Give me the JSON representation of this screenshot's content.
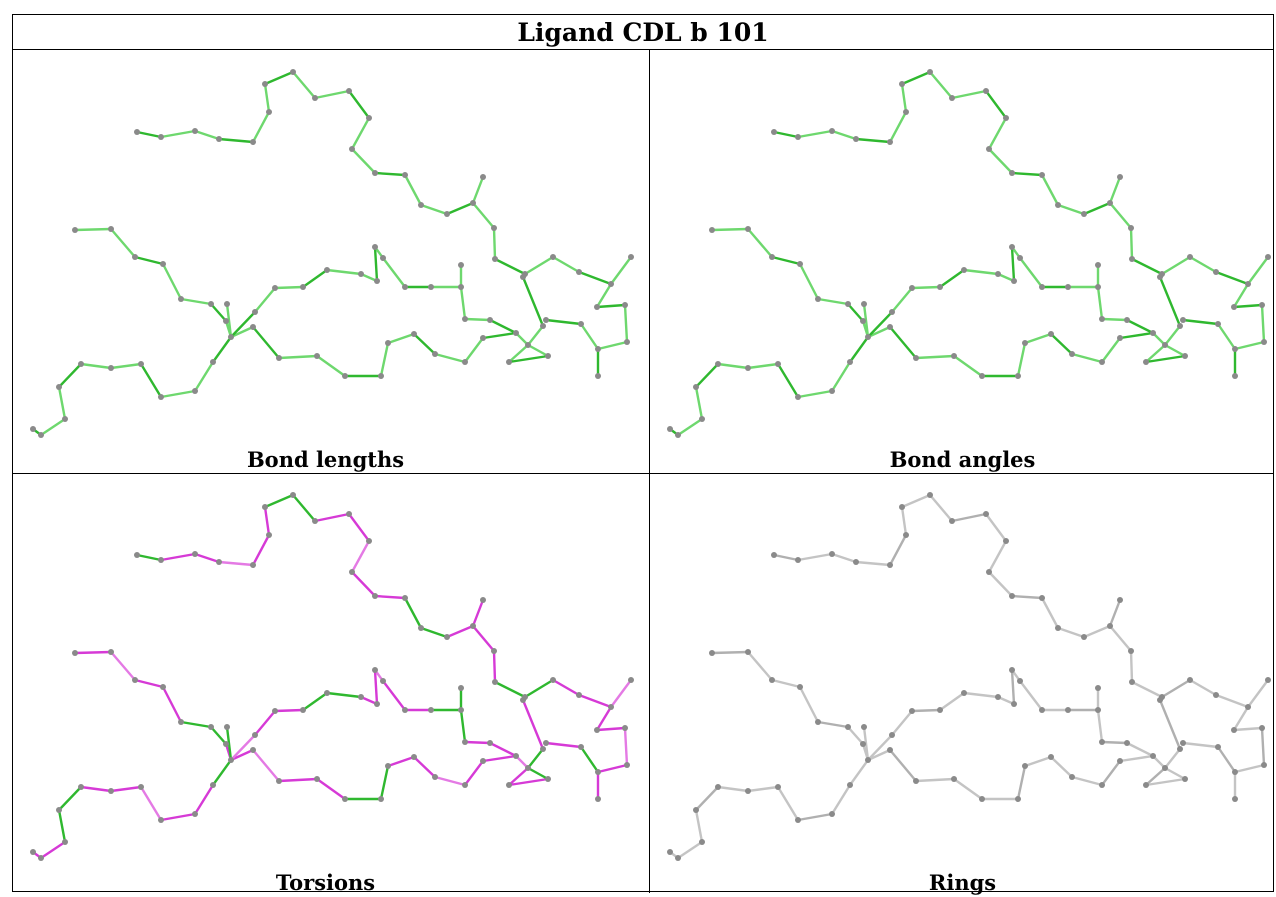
{
  "title": "Ligand CDL b 101",
  "panels": [
    {
      "id": "bond_lengths",
      "caption": "Bond lengths",
      "scheme": "green"
    },
    {
      "id": "bond_angles",
      "caption": "Bond angles",
      "scheme": "green"
    },
    {
      "id": "torsions",
      "caption": "Torsions",
      "scheme": "mixed"
    },
    {
      "id": "rings",
      "caption": "Rings",
      "scheme": "gray"
    }
  ],
  "colors": {
    "green_dark": "#2fb82f",
    "green_light": "#6ed86e",
    "magenta": "#d63ad6",
    "magenta_light": "#e47ae4",
    "gray_bond": "#c4c4c4",
    "atom": "#8a8a8a"
  }
}
